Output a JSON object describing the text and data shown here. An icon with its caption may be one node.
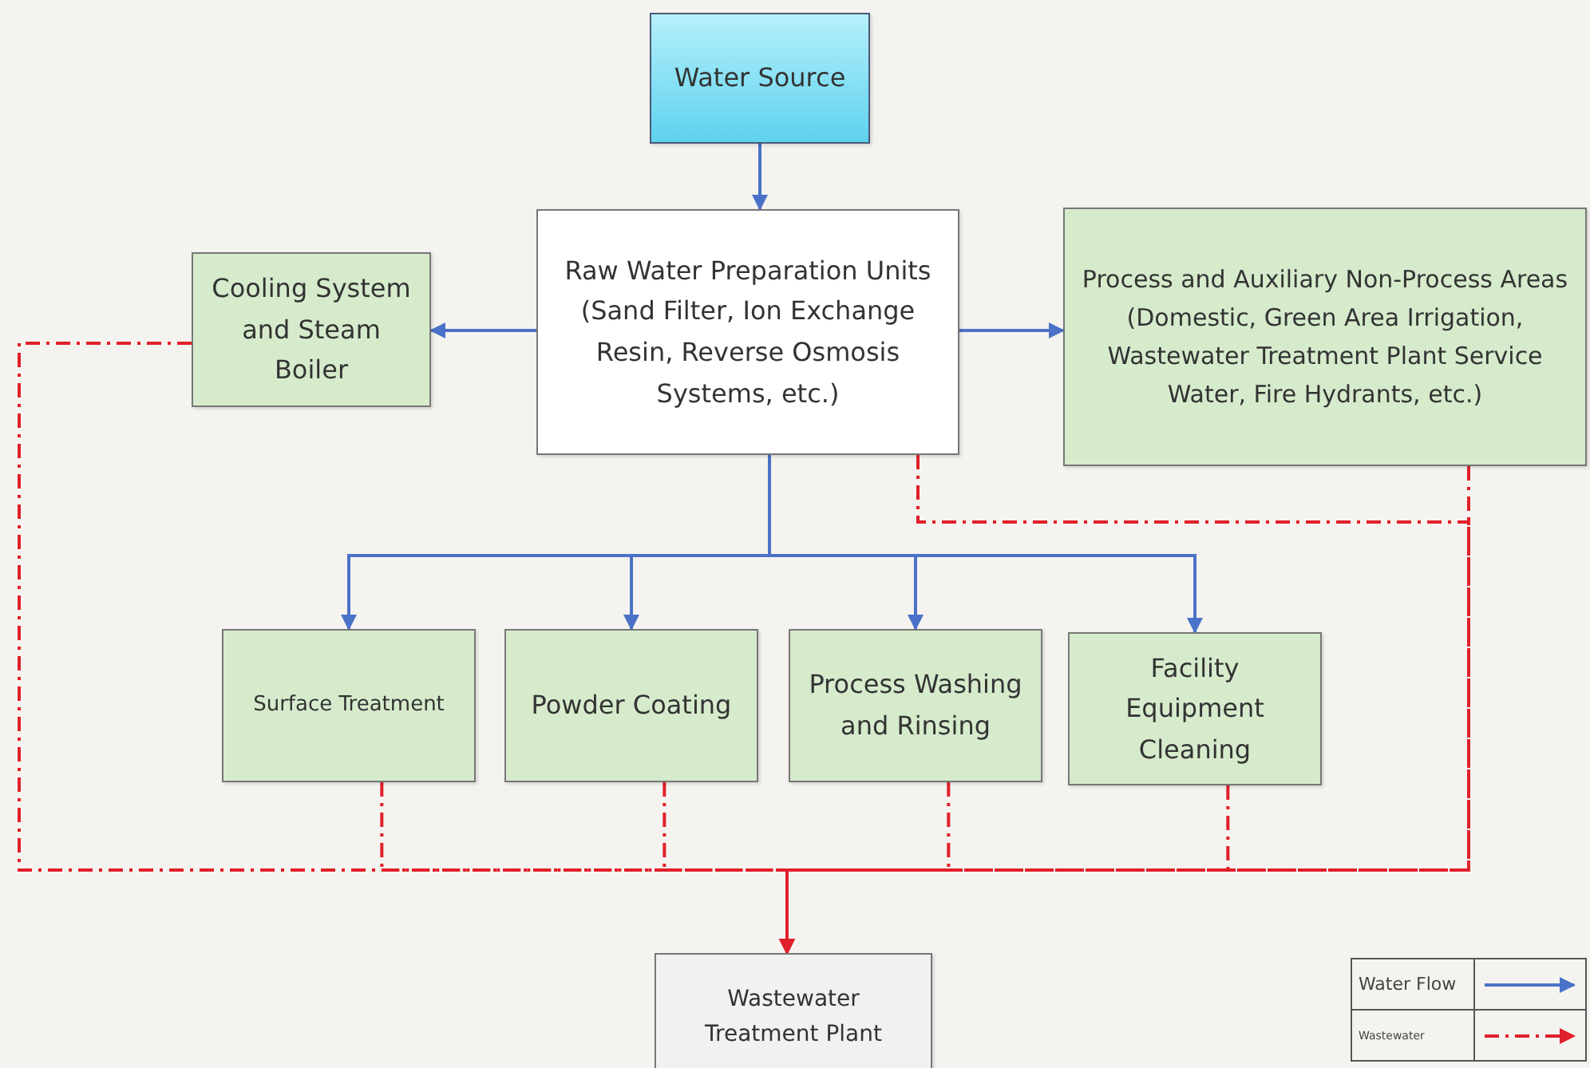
{
  "diagram": {
    "nodes": [
      {
        "text": [
          "Water Source"
        ]
      },
      {
        "text": [
          "Raw Water Preparation Units (Sand Filter, Ion Exchange Resin, Reverse Osmosis Systems, etc.)"
        ]
      },
      {
        "text": [
          "Cooling System and Steam Boiler"
        ]
      },
      {
        "text": [
          "Process and Auxiliary Non-Process Areas (Domestic, Green Area Irrigation, Wastewater Treatment Plant Service Water, Fire Hydrants, etc.)"
        ]
      },
      {
        "text": [
          "Surface Treatment"
        ]
      },
      {
        "text": [
          "Powder Coating"
        ]
      },
      {
        "text": [
          "Process Washing and Rinsing"
        ]
      },
      {
        "text": [
          "Facility Equipment Cleaning"
        ]
      },
      {
        "text": [
          "Wastewater Treatment Plant"
        ]
      }
    ],
    "edges": [
      {
        "from": 0,
        "to": 1,
        "arrow": "to"
      },
      {
        "from": 1,
        "to": 2,
        "arrow": "to"
      },
      {
        "from": 1,
        "to": 3,
        "arrow": "to"
      },
      {
        "from": 1,
        "to": 4,
        "arrow": "to"
      },
      {
        "from": 1,
        "to": 5,
        "arrow": "to"
      },
      {
        "from": 1,
        "to": 6,
        "arrow": "to"
      },
      {
        "from": 1,
        "to": 7,
        "arrow": "to"
      },
      {
        "from": 2,
        "to": 8,
        "arrow": "to",
        "style": "dashed",
        "color": "#e0202a"
      },
      {
        "from": 1,
        "to": 8,
        "arrow": "to",
        "style": "dashed",
        "color": "#e0202a"
      },
      {
        "from": 3,
        "to": 8,
        "arrow": "to",
        "style": "dashed",
        "color": "#e0202a"
      },
      {
        "from": 4,
        "to": 8,
        "arrow": "to",
        "style": "dashed",
        "color": "#e0202a"
      },
      {
        "from": 5,
        "to": 8,
        "arrow": "to",
        "style": "dashed",
        "color": "#e0202a"
      },
      {
        "from": 6,
        "to": 8,
        "arrow": "to",
        "style": "dashed",
        "color": "#e0202a"
      },
      {
        "from": 7,
        "to": 8,
        "arrow": "to",
        "style": "dashed",
        "color": "#e0202a"
      }
    ],
    "legend": [
      {
        "text": "Water Flow"
      },
      {
        "text": "Wastewater"
      }
    ]
  }
}
